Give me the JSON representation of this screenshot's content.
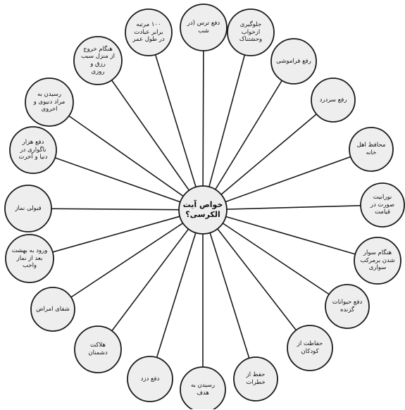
{
  "center": {
    "label": "خواص آیت\nالکرسی؟"
  },
  "nodes": [
    {
      "label": "دفع ترس (در\nشب"
    },
    {
      "label": "جلوگیری\nازخواب\nوحشتناک"
    },
    {
      "label": "رفع فراموشی"
    },
    {
      "label": "رفع سردرد"
    },
    {
      "label": "محافظ اهل\nخانه"
    },
    {
      "label": "نورانیت\nصورت در\nقیامت"
    },
    {
      "label": "هنگام سوار\nشدن برمرکب\nسواری"
    },
    {
      "label": "دفع حیوانات\nگزنده"
    },
    {
      "label": "حفاظت از\nکودکان"
    },
    {
      "label": "حفظ از\nخطرات"
    },
    {
      "label": "رسیدن به\nهدف"
    },
    {
      "label": "دفع دزد"
    },
    {
      "label": "هلاکت\nدشمنان"
    },
    {
      "label": "شفای امراض"
    },
    {
      "label": "ورود به بهشت\nبعد از نماز\nواجب"
    },
    {
      "label": "قبولی نماز"
    },
    {
      "label": "دفع هزار\nناگواری در\nدنیا و آخرت"
    },
    {
      "label": "رسیدن به\nمراد دنیوی و\nاخروی"
    },
    {
      "label": "هنگام خروج\nاز منزل سبب\nرزق و\nروزی"
    },
    {
      "label": "۱۰۰ مرتبه\nبرابر عبادت\nدر طول عمر"
    }
  ]
}
